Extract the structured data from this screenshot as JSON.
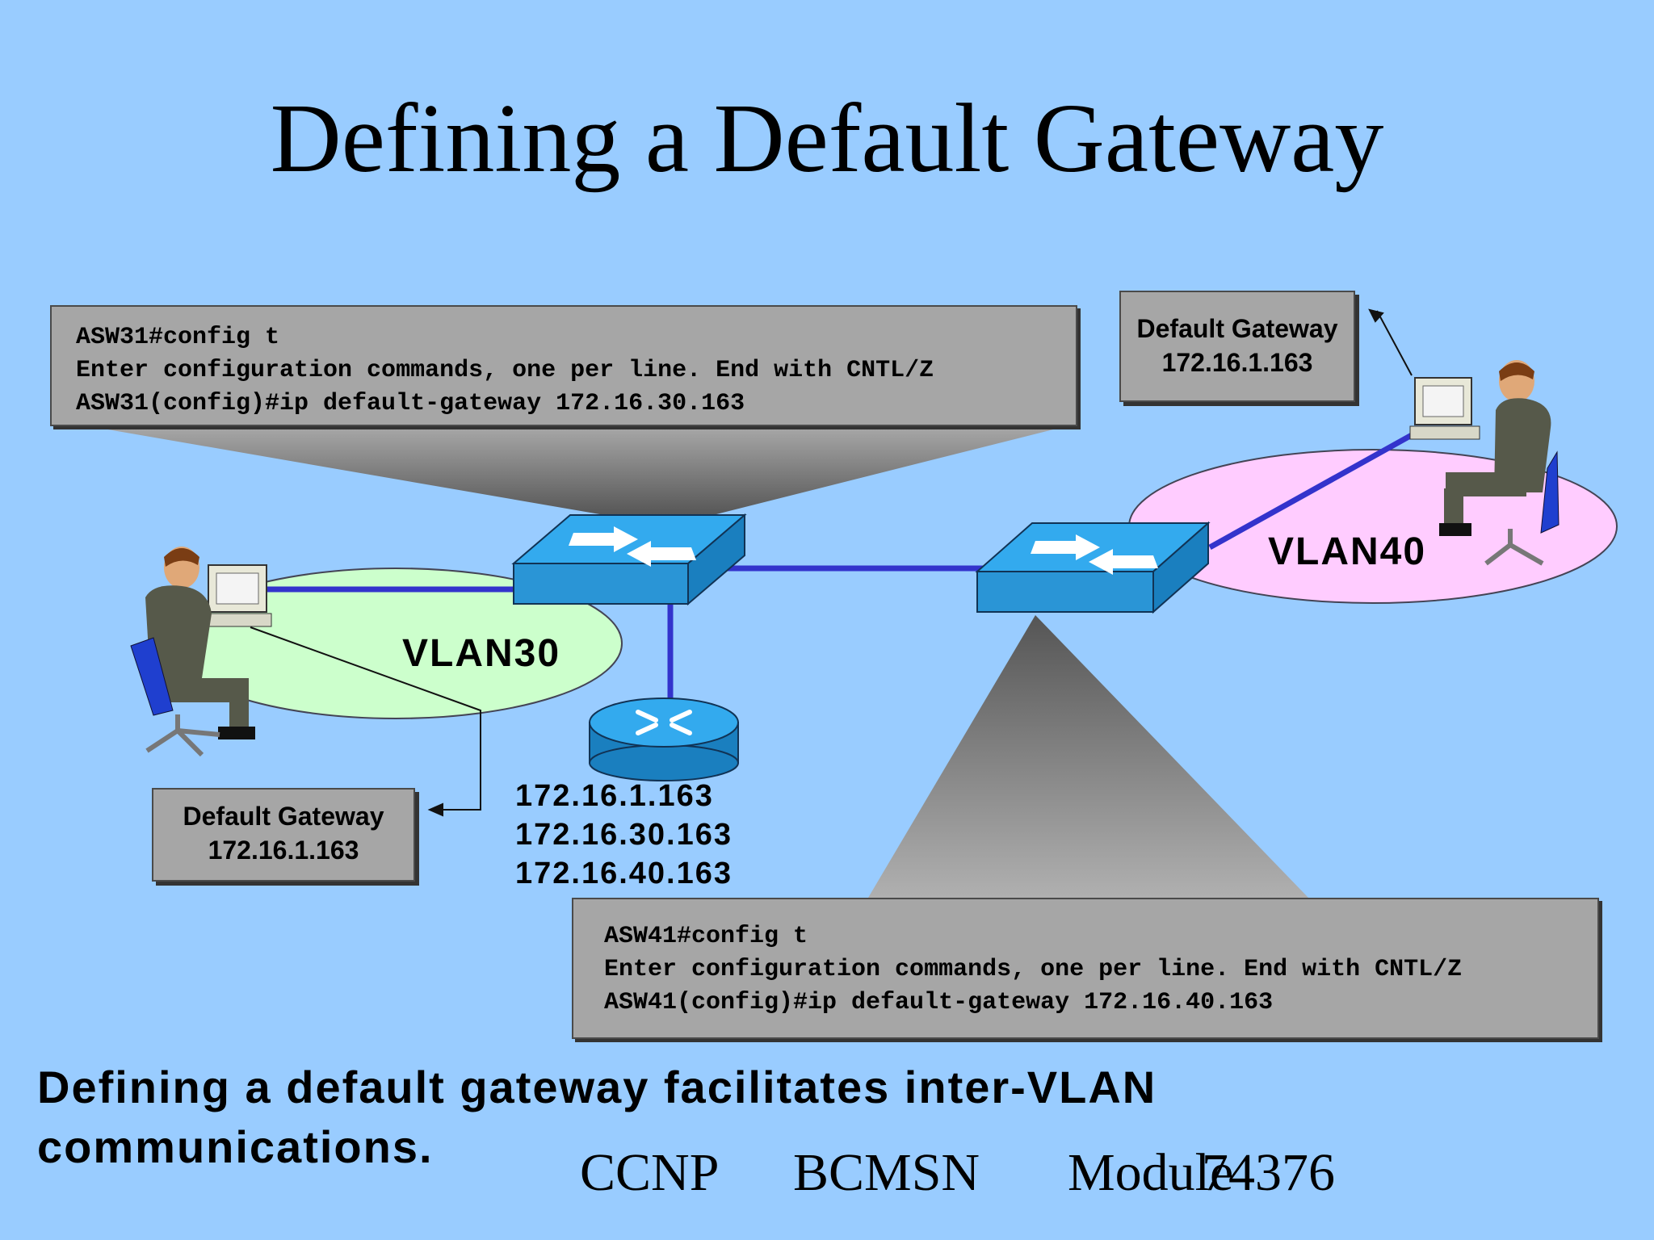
{
  "slide": {
    "title": "Defining a Default Gateway",
    "caption": "Defining a default gateway facilitates inter-VLAN communications."
  },
  "console_top": {
    "lines": [
      "ASW31#config t",
      "Enter configuration commands, one per line. End with CNTL/Z",
      "ASW31(config)#ip default-gateway 172.16.30.163"
    ]
  },
  "console_bottom": {
    "lines": [
      "ASW41#config t",
      "Enter configuration commands, one per line. End with CNTL/Z",
      "ASW41(config)#ip default-gateway 172.16.40.163"
    ]
  },
  "gateway_left": {
    "label": "Default Gateway",
    "ip": "172.16.1.163"
  },
  "gateway_right": {
    "label": "Default Gateway",
    "ip": "172.16.1.163"
  },
  "vlans": {
    "left": "VLAN30",
    "right": "VLAN40"
  },
  "router_ips": [
    "172.16.1.163",
    "172.16.30.163",
    "172.16.40.163"
  ],
  "footer": {
    "course": "CCNP",
    "module": "BCMSN",
    "page_a": "Module",
    "page_b": "74376"
  },
  "colors": {
    "background": "#99ccff",
    "vlan30": "#ccffcc",
    "vlan40": "#ffccff",
    "link": "#3333cc",
    "switch_top": "#33aaee",
    "switch_side": "#1a7fbf",
    "box_fill": "#a6a6a6"
  },
  "icons": [
    "switch-icon",
    "router-icon",
    "workstation-user-icon"
  ]
}
